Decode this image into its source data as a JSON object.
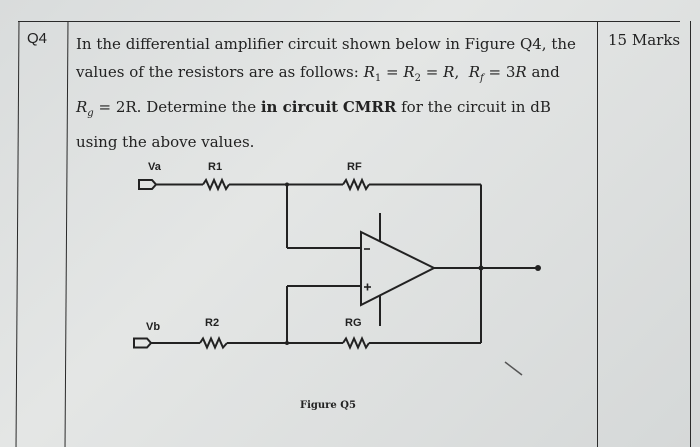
{
  "question": {
    "number": "Q4",
    "marks": "15 Marks",
    "text_lines": [
      "In the differential amplifier circuit shown below in Figure Q4, the",
      "values of the resistors are as follows: ",
      "= 2R.  Determine the ",
      "using the above values."
    ],
    "given": {
      "R1": "R1 = R2 = R,",
      "Rf": "Rf = 3R",
      "Rg": "Rg = 2R"
    },
    "bold_phrase_1": "in circuit",
    "bold_phrase_2": "CMRR",
    "line3_tail": " for the circuit in dB",
    "line2_and": "and"
  },
  "figure": {
    "caption": "Figure Q5",
    "labels": {
      "va": "Va",
      "vb": "Vb",
      "r1": "R1",
      "r2": "R2",
      "rf": "RF",
      "rg": "RG",
      "minus": "−",
      "plus": "+"
    }
  }
}
